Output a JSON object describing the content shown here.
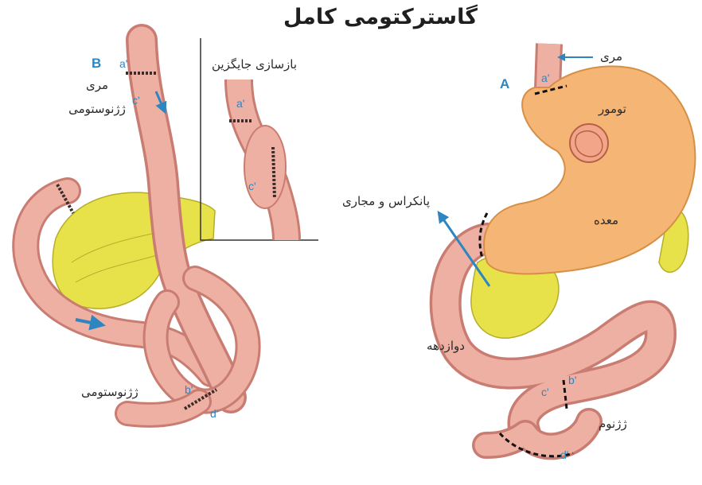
{
  "title": "گاسترکتومی کامل",
  "panel_a": {
    "letter": "A",
    "esophagus": "مری",
    "tumor": "تومور",
    "stomach": "معده",
    "pancreas_ducts": "پانکراس و مجاری",
    "duodenum": "دوازدهه",
    "jejunum": "ژژنوم",
    "points": {
      "a": "a'",
      "b": "b'",
      "c": "c'",
      "d": "d'"
    }
  },
  "panel_b": {
    "letter": "B",
    "esophagojejunostomy": "مری ژژنوستومی",
    "jejunojejunostomy": "ژژنوستومی",
    "points": {
      "a": "a'",
      "b": "b'",
      "c": "c'",
      "d": "d'"
    }
  },
  "inset": {
    "label": "بازسازی جایگزین",
    "points": {
      "a": "a'",
      "c": "c'"
    }
  },
  "colors": {
    "intestine": "#e9a79a",
    "intestine_dark": "#c97d72",
    "stomach": "#f5b574",
    "pancreas": "#e8e24a",
    "arrow": "#2e86c1"
  }
}
